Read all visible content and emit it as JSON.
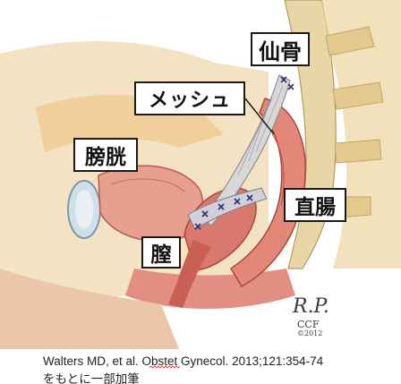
{
  "labels": {
    "sacrum": "仙骨",
    "mesh": "メッシュ",
    "bladder": "膀胱",
    "rectum": "直腸",
    "vagina": "膣"
  },
  "artist_signature": {
    "initials": "R.P.",
    "org": "CCF",
    "year": "©2012"
  },
  "caption": {
    "line1": "Walters MD, et al. Obstet Gynecol. 2013;121:354-74",
    "line2": "をもとに一部加筆"
  }
}
